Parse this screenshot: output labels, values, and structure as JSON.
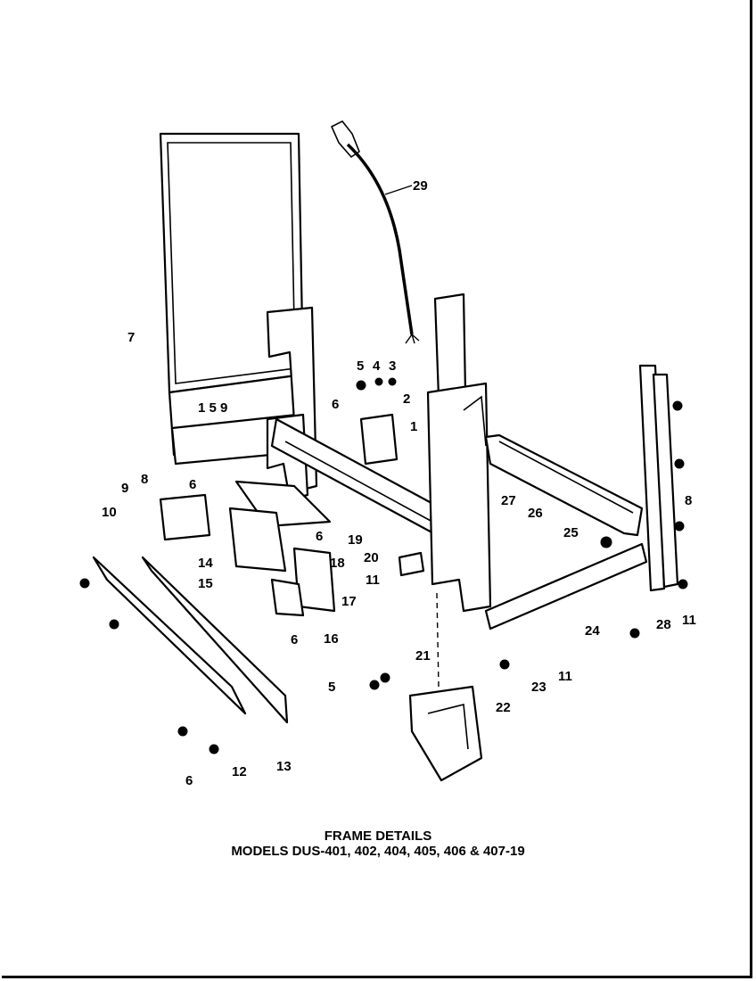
{
  "caption": {
    "title": "FRAME DETAILS",
    "models": "MODELS DUS-401, 402, 404, 405, 406 & 407-19"
  },
  "callouts": [
    "29",
    "7",
    "5",
    "4",
    "3",
    "2",
    "1",
    "6",
    "27",
    "26",
    "8",
    "9",
    "8",
    "10",
    "6",
    "6",
    "19",
    "18",
    "14",
    "15",
    "17",
    "16",
    "6",
    "20",
    "11",
    "25",
    "24",
    "28",
    "11",
    "21",
    "5",
    "11",
    "23",
    "22",
    "12",
    "13",
    "6"
  ],
  "panel_markings": "1 5 9"
}
